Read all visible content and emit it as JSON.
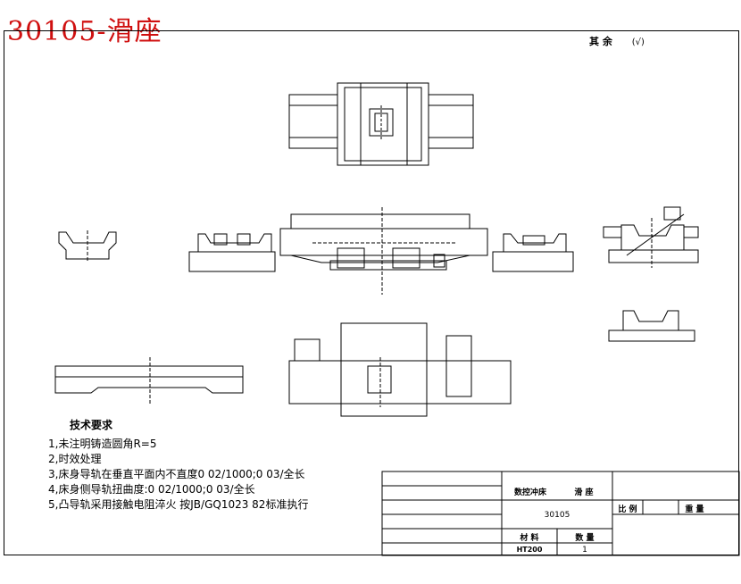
{
  "title": "30105-滑座",
  "rest_label": "其 余",
  "rest_mark": "(√)",
  "tech": {
    "heading": "技术要求",
    "items": [
      "1,未注明铸造圆角R=5",
      "2,时效处理",
      "3,床身导轨在垂直平面内不直度0    02/1000;0    03/全长",
      "4,床身侧导轨扭曲度:0    02/1000;0    03/全长",
      "5,凸导轨采用接触电阻淬火    按JB/GQ1023  82标准执行"
    ]
  },
  "titleblock": {
    "machine": "数控冲床",
    "part": "滑 座",
    "drawing_no": "30105",
    "scale_label": "比 例",
    "weight_label": "重 量",
    "material_label": "材 料",
    "qty_label": "数 量",
    "material": "HT200",
    "qty": "1"
  }
}
